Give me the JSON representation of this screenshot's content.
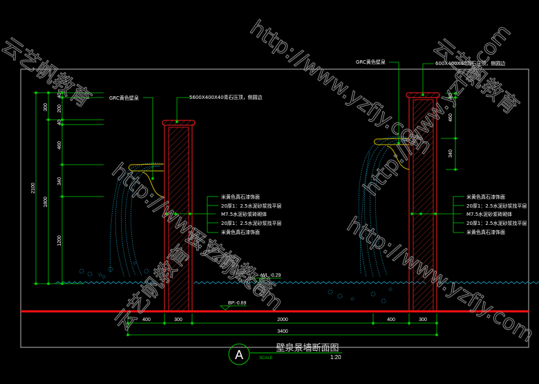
{
  "drawing": {
    "title": "壁泉景墙断面图",
    "section_marker": "A",
    "scale_label": "SCALE",
    "scale_value": "1:20",
    "water_level": "WL.-0.29",
    "bottom_level": "BP.-0.69"
  },
  "left_wall": {
    "grc_label": "GRC黄色壁泉",
    "cap_label": "5600X400X40青石压顶，侧圆边",
    "layers": [
      "米黄色真石漆饰面",
      "20厚1：2.5水泥砂浆找平层",
      "M7.5水泥砂浆砖砌体",
      "20厚1：2.5水泥砂浆找平层",
      "米黄色真石漆饰面"
    ],
    "dims_total": "2100",
    "dims_mid": [
      "300",
      "1800"
    ],
    "dims_detail": [
      "40",
      "200",
      "40",
      "460",
      "340",
      "1200"
    ]
  },
  "right_wall": {
    "grc_label": "GRC黄色壁泉",
    "cap_label": "600X400X40青石压顶，侧圆边",
    "layers": [
      "米黄色真石漆饰面",
      "20厚1：2.5水泥砂浆找平层",
      "M7.5水泥砂浆砖砌体",
      "20厚1：2.5水泥砂浆找平层",
      "米黄色真石漆饰面"
    ],
    "dims_detail": [
      "40",
      "460",
      "340"
    ]
  },
  "bottom_dims": {
    "segments": [
      "400",
      "300",
      "2000",
      "400",
      "300"
    ],
    "total": "3400"
  },
  "watermark": {
    "url": "http://www.yzfjy.com",
    "brand": "云艺帆教育"
  },
  "colors": {
    "dim": "#00d000",
    "wall": "#ff2020",
    "water": "#1a8fb0",
    "grc": "#d8c000"
  }
}
